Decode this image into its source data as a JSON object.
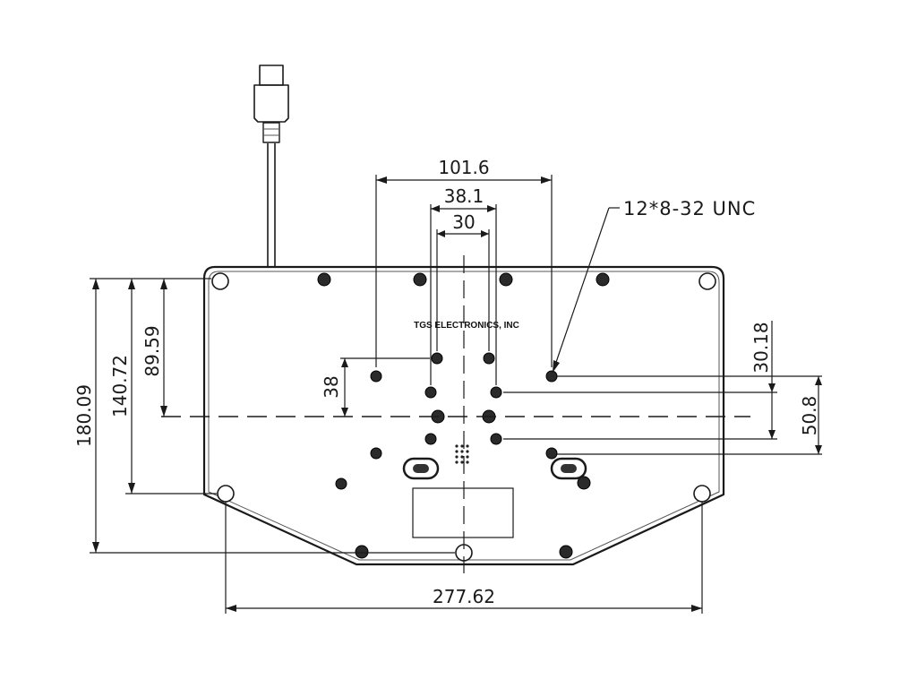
{
  "dimensions": {
    "width_top": "101.6",
    "spacing_mid": "38.1",
    "spacing_inner": "30",
    "width_overall": "277.62",
    "height_overall": "180.09",
    "height_mid": "140.72",
    "height_upper": "89.59",
    "offset_38": "38",
    "right_upper": "30.18",
    "right_lower": "50.8"
  },
  "annotations": {
    "thread_note": "12*8-32 UNC",
    "brand": "TGS ELECTRONICS, INC"
  }
}
